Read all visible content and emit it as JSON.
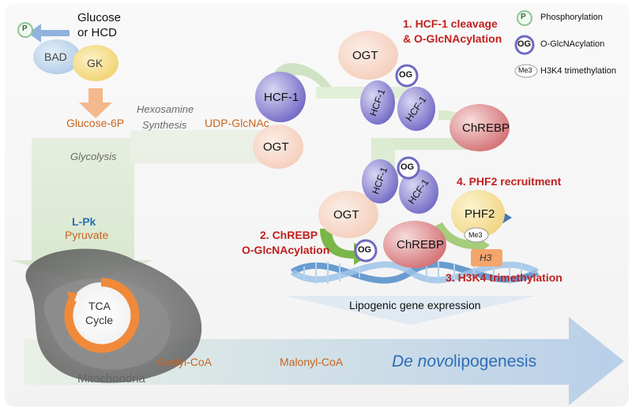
{
  "stimulus": {
    "line1": "Glucose",
    "line2": "or HCD"
  },
  "proteins": {
    "bad": "BAD",
    "gk": "GK",
    "ogt": "OGT",
    "hcf1": "HCF-1",
    "chrebp": "ChREBP",
    "phf2": "PHF2",
    "h3": "H3"
  },
  "marks": {
    "phospho": "P",
    "og": "OG",
    "me3": "Me3"
  },
  "legend": [
    {
      "symbol": "P",
      "label": "Phosphorylation"
    },
    {
      "symbol": "OG",
      "label": "O-GlcNAcylation"
    },
    {
      "symbol": "Me3",
      "label": "H3K4 trimethylation"
    }
  ],
  "metabolites": {
    "glucose6p": "Glucose-6P",
    "udp_glcnac": "UDP-GlcNAc",
    "lpk": "L-Pk",
    "pyruvate": "Pyruvate",
    "acetyl_coa": "Acetyl-CoA",
    "malonyl_coa": "Malonyl-CoA"
  },
  "pathways": {
    "hexosamine_1": "Hexosamine",
    "hexosamine_2": "Synthesis",
    "glycolysis": "Glycolysis",
    "tca_1": "TCA",
    "tca_2": "Cycle",
    "mitochondria": "Mitochondria",
    "de_novo": "De novo",
    "lipogenesis": "lipogenesis"
  },
  "steps": {
    "s1_line1": "1. HCF-1 cleavage",
    "s1_line2": "& O-GlcNAcylation",
    "s2_line1": "2. ChREBP",
    "s2_line2": "O-GlcNAcylation",
    "s3": "3. H3K4 trimethylation",
    "s4": "4. PHF2 recruitment"
  },
  "gene_expression": "Lipogenic gene expression",
  "colors": {
    "step_red": "#c0201e",
    "metabolite_orange": "#c8641e",
    "lpk_blue": "#2a6fb8",
    "de_novo_blue": "#2f6db5",
    "hcf1_purple": "#7b72c9",
    "chrebp_red": "#d9777a",
    "ogt_peach": "#f6d3c2",
    "gk_yellow": "#f3d46e",
    "bad_blue": "#b9d3ea"
  }
}
